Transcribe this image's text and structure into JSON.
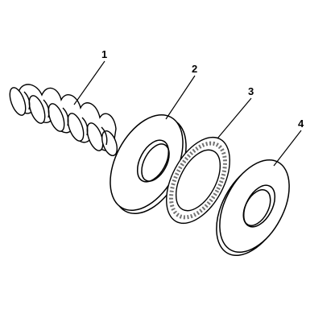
{
  "diagram": {
    "callouts": [
      {
        "id": "spring",
        "label": "1"
      },
      {
        "id": "washer-front",
        "label": "2"
      },
      {
        "id": "bearing",
        "label": "3"
      },
      {
        "id": "washer-rear",
        "label": "4"
      }
    ],
    "stroke_color": "#000000",
    "fill_color": "#ffffff"
  }
}
